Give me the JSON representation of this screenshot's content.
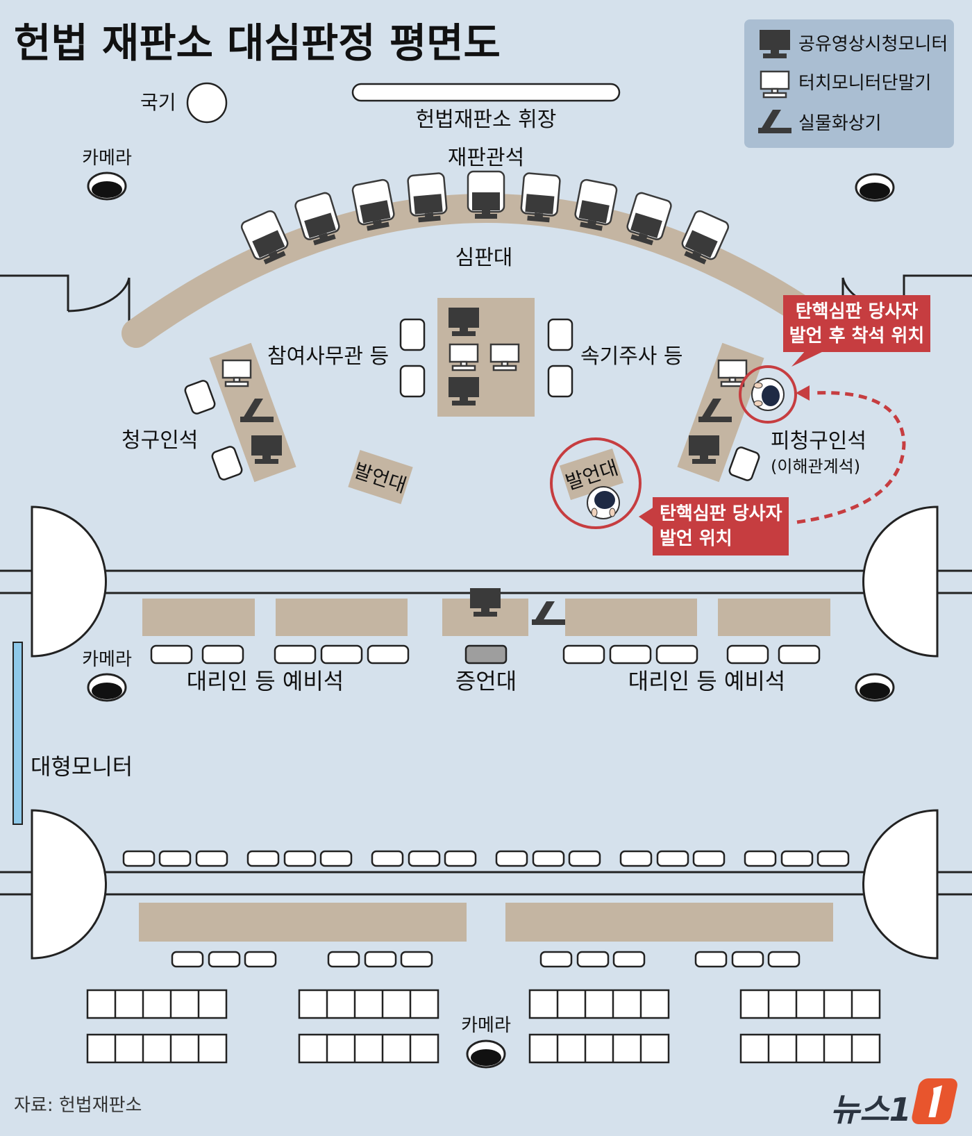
{
  "title": "헌법 재판소 대심판정 평면도",
  "legend": [
    {
      "icon": "shared-monitor-icon",
      "label": "공유영상시청모니터"
    },
    {
      "icon": "touch-monitor-icon",
      "label": "터치모니터단말기"
    },
    {
      "icon": "document-camera-icon",
      "label": "실물화상기"
    }
  ],
  "labels": {
    "flag": "국기",
    "emblem": "헌법재판소 휘장",
    "justices_seats": "재판관석",
    "bench": "심판대",
    "camera": "카메라",
    "clerks": "참여사무관 등",
    "stenographers": "속기주사 등",
    "petitioner": "청구인석",
    "respondent": "피청구인석",
    "respondent_sub": "(이해관계석)",
    "podium": "발언대",
    "agents_left": "대리인 등 예비석",
    "agents_right": "대리인 등 예비석",
    "witness": "증언대",
    "large_monitor": "대형모니터",
    "source": "자료: 헌법재판소",
    "brand": "뉴스1"
  },
  "callouts": {
    "after_speech": [
      "탄핵심판 당사자",
      "발언 후 착석 위치"
    ],
    "speech_position": [
      "탄핵심판 당사자",
      "발언 위치"
    ]
  },
  "colors": {
    "background": "#d5e1ec",
    "table": "#c4b5a2",
    "device": "#3a3a3a",
    "callout": "#c63d40",
    "legend_bg": "#aabed2",
    "large_monitor": "#8ec9ea",
    "witness_stand": "#9e9e9e"
  }
}
